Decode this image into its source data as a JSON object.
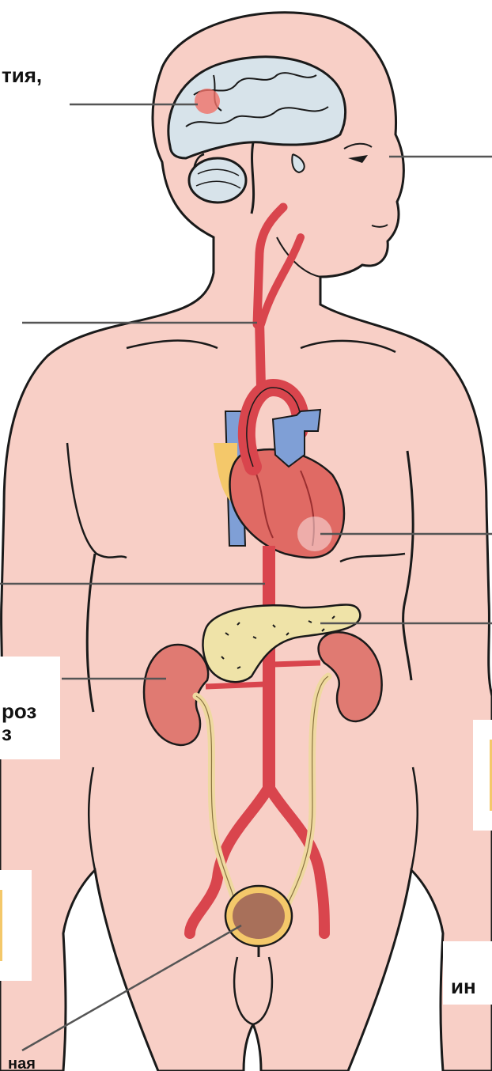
{
  "labels": {
    "brain_text": "тия,",
    "kidney_line1": "роз",
    "kidney_line2": "з",
    "right_bottom": "ин",
    "bottom_left": "ная"
  },
  "colors": {
    "skin": "#f8cfc6",
    "outline": "#1a1a1a",
    "artery": "#d9454d",
    "vein": "#7f9fd6",
    "heart": "#e06a64",
    "fat": "#f4c86a",
    "pancreas": "#efe3a8",
    "kidney": "#e07a72",
    "ureter": "#efd9a0",
    "bladder": "#a8705a",
    "brain": "#d7e3ea",
    "leader_line": "#555555"
  }
}
